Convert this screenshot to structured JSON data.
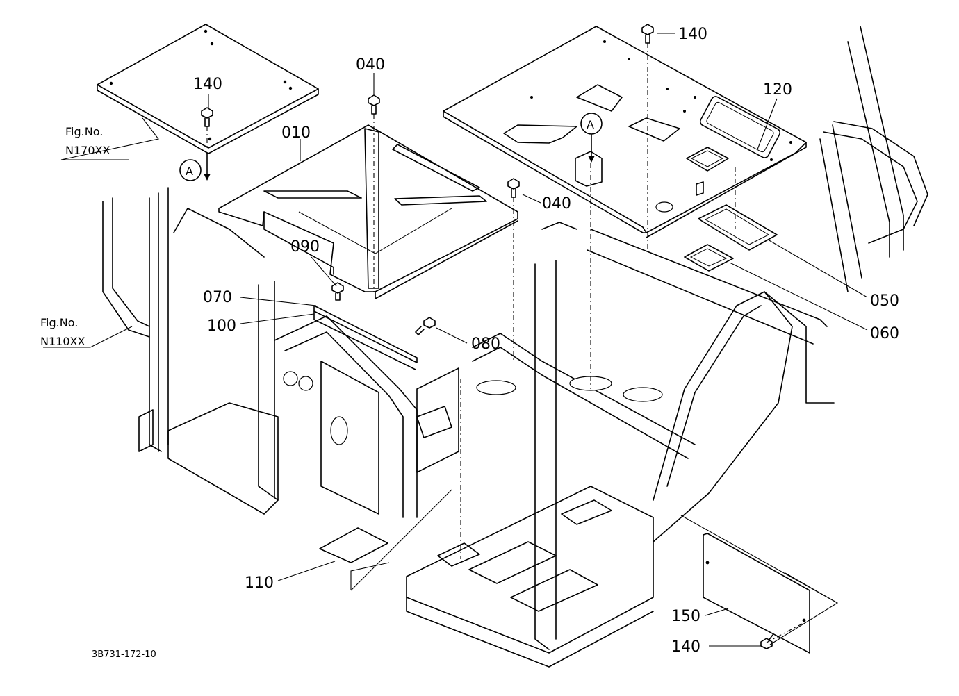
{
  "figure_code": "3B731-172-10",
  "parts": [
    {
      "id": "p010",
      "number": "010"
    },
    {
      "id": "p040a",
      "number": "040"
    },
    {
      "id": "p040b",
      "number": "040"
    },
    {
      "id": "p050",
      "number": "050"
    },
    {
      "id": "p060",
      "number": "060"
    },
    {
      "id": "p070",
      "number": "070"
    },
    {
      "id": "p080",
      "number": "080"
    },
    {
      "id": "p090",
      "number": "090"
    },
    {
      "id": "p100",
      "number": "100"
    },
    {
      "id": "p110",
      "number": "110"
    },
    {
      "id": "p120",
      "number": "120"
    },
    {
      "id": "p140a",
      "number": "140"
    },
    {
      "id": "p140b",
      "number": "140"
    },
    {
      "id": "p140c",
      "number": "140"
    },
    {
      "id": "p150",
      "number": "150"
    }
  ],
  "references": [
    {
      "line1": "Fig.No.",
      "line2": "N170XX"
    },
    {
      "line1": "Fig.No.",
      "line2": "N110XX"
    }
  ],
  "markers": {
    "a1": "A",
    "a2": "A"
  }
}
